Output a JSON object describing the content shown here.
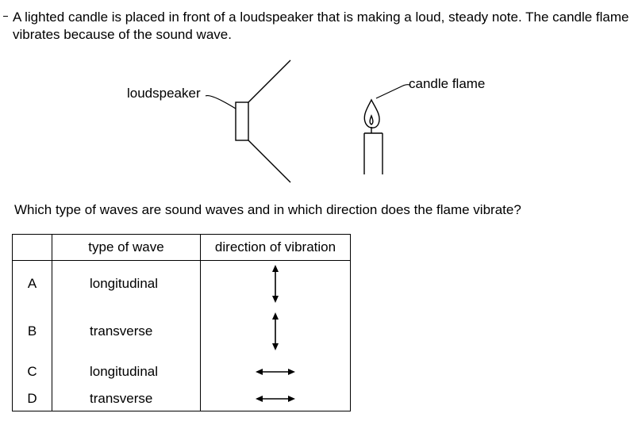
{
  "question": {
    "intro": "A lighted candle is placed in front of a loudspeaker that is making a loud, steady note. The candle flame vibrates because of the sound wave.",
    "prompt": "Which type of waves are sound waves and in which direction does the flame vibrate?"
  },
  "diagram": {
    "loudspeaker_label": "loudspeaker",
    "flame_label": "candle flame"
  },
  "table": {
    "headers": {
      "letter": "",
      "wave": "type of wave",
      "direction": "direction of vibration"
    },
    "rows": [
      {
        "letter": "A",
        "wave": "longitudinal",
        "direction_icon": "vertical-double-arrow-icon"
      },
      {
        "letter": "B",
        "wave": "transverse",
        "direction_icon": "vertical-double-arrow-icon"
      },
      {
        "letter": "C",
        "wave": "longitudinal",
        "direction_icon": "horizontal-double-arrow-icon"
      },
      {
        "letter": "D",
        "wave": "transverse",
        "direction_icon": "horizontal-double-arrow-icon"
      }
    ]
  }
}
